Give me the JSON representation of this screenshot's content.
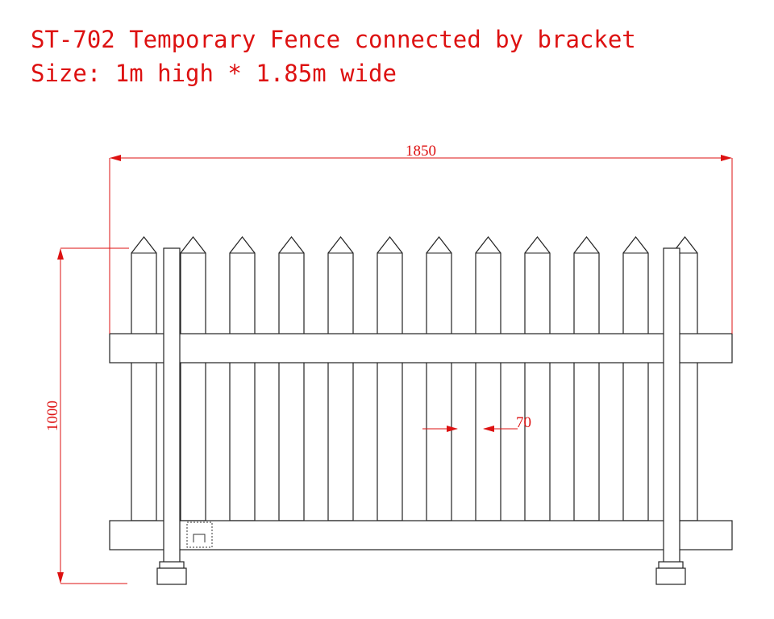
{
  "header": {
    "title": "ST-702 Temporary Fence connected by bracket",
    "size_line": "Size: 1m high * 1.85m wide"
  },
  "dimensions": {
    "width_label": "1850",
    "height_label": "1000",
    "picket_width_label": "70"
  },
  "fence": {
    "picket_count": 12,
    "post_count": 2,
    "foot_count": 2,
    "rail_count": 2
  },
  "colors": {
    "text": "#dd1111",
    "dimension_line": "#dd1111",
    "outline": "#222222",
    "background": "#ffffff"
  }
}
